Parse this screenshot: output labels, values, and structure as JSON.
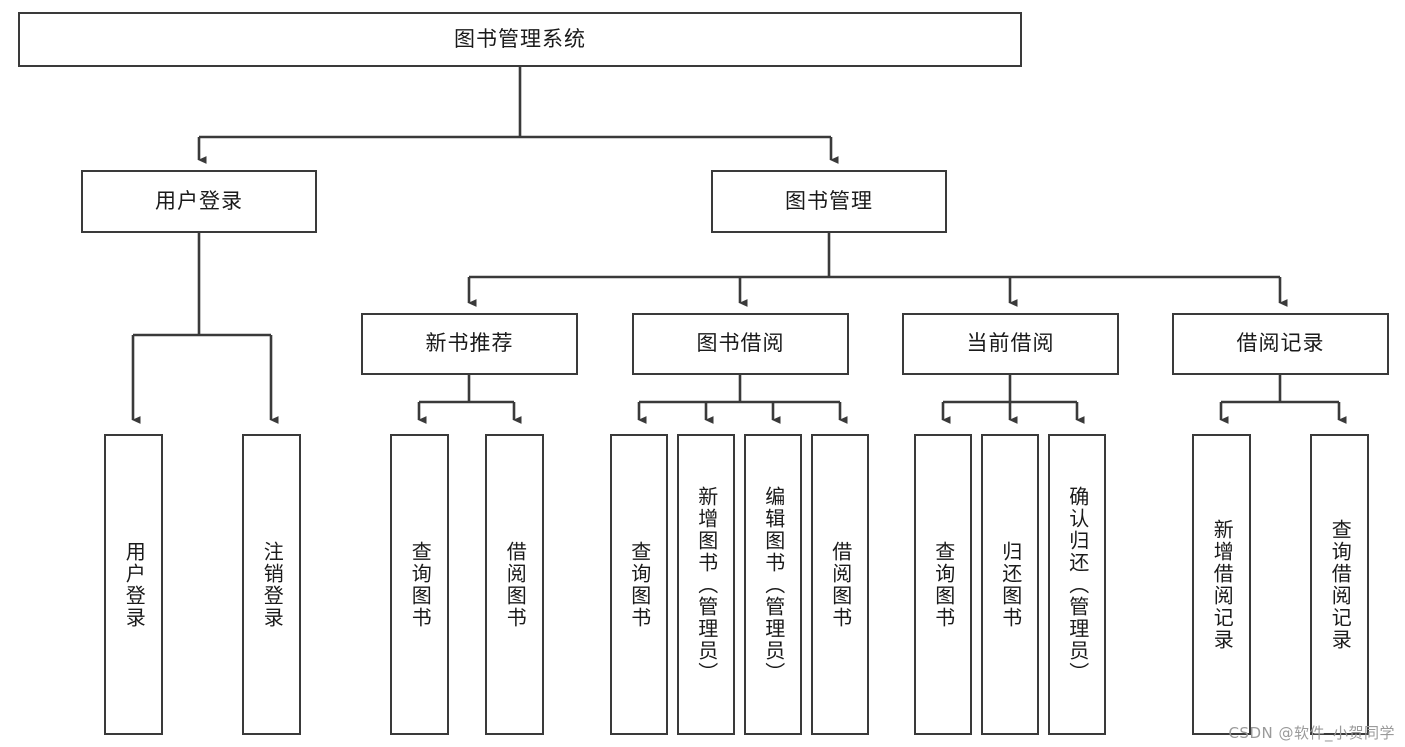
{
  "diagram": {
    "type": "tree-hierarchy-chart",
    "title": "图书管理系统",
    "background_color": "#ffffff",
    "box_border_color": "#3a3a3a",
    "box_fill_color": "#ffffff",
    "text_color": "#1a1a1a",
    "edge_color": "#3a3a3a"
  },
  "nodes": {
    "root": {
      "label": "图书管理系统"
    },
    "level2": [
      {
        "label": "用户登录"
      },
      {
        "label": "图书管理"
      }
    ],
    "level3": [
      {
        "label": "新书推荐"
      },
      {
        "label": "图书借阅"
      },
      {
        "label": "当前借阅"
      },
      {
        "label": "借阅记录"
      }
    ],
    "leaves": {
      "user_login": [
        {
          "label": "用户登录"
        },
        {
          "label": "注销登录"
        }
      ],
      "new_book_recommend": [
        {
          "label": "查询图书"
        },
        {
          "label": "借阅图书"
        }
      ],
      "book_borrow": [
        {
          "label": "查询图书"
        },
        {
          "label": "新增图书（管理员）"
        },
        {
          "label": "编辑图书（管理员）"
        },
        {
          "label": "借阅图书"
        }
      ],
      "current_borrow": [
        {
          "label": "查询图书"
        },
        {
          "label": "归还图书"
        },
        {
          "label": "确认归还（管理员）"
        }
      ],
      "borrow_record": [
        {
          "label": "新增借阅记录"
        },
        {
          "label": "查询借阅记录"
        }
      ]
    }
  },
  "watermark": {
    "text": "CSDN @软件_小贺同学"
  }
}
